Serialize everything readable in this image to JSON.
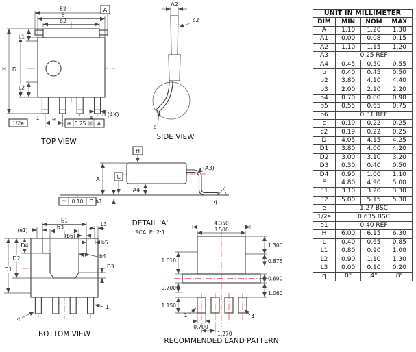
{
  "colors": {
    "line": "#3c3c3c",
    "dim": "#4a4a4a",
    "centerline": "#dd5144",
    "text": "#1a1a1a",
    "table_border": "#444444"
  },
  "table": {
    "title": "UNIT IN MILLIMETER",
    "columns": [
      "DIM",
      "MIN",
      "NOM",
      "MAX"
    ],
    "rows": [
      {
        "dim": "A",
        "min": "1.10",
        "nom": "1.20",
        "max": "1.30"
      },
      {
        "dim": "A1",
        "min": "0.00",
        "nom": "0.08",
        "max": "0.15"
      },
      {
        "dim": "A2",
        "min": "1.10",
        "nom": "1.15",
        "max": "1.20"
      },
      {
        "dim": "A3",
        "span": "0.25 REF"
      },
      {
        "dim": "A4",
        "min": "0.45",
        "nom": "0.50",
        "max": "0.55"
      },
      {
        "dim": "b",
        "min": "0.40",
        "nom": "0.45",
        "max": "0.50"
      },
      {
        "dim": "b2",
        "min": "3.80",
        "nom": "4.10",
        "max": "4.40"
      },
      {
        "dim": "b3",
        "min": "2.00",
        "nom": "2.10",
        "max": "2.20"
      },
      {
        "dim": "b4",
        "min": "0.70",
        "nom": "0.80",
        "max": "0.90"
      },
      {
        "dim": "b5",
        "min": "0.55",
        "nom": "0.65",
        "max": "0.75"
      },
      {
        "dim": "b6",
        "span": "0.31 REF"
      },
      {
        "dim": "c",
        "min": "0.19",
        "nom": "0.22",
        "max": "0.25"
      },
      {
        "dim": "c2",
        "min": "0.19",
        "nom": "0.22",
        "max": "0.25"
      },
      {
        "dim": "D",
        "min": "4.05",
        "nom": "4.15",
        "max": "4.25"
      },
      {
        "dim": "D1",
        "min": "3.80",
        "nom": "4.00",
        "max": "4.20"
      },
      {
        "dim": "D2",
        "min": "3.00",
        "nom": "3.10",
        "max": "3.20"
      },
      {
        "dim": "D3",
        "min": "0.30",
        "nom": "0.40",
        "max": "0.50"
      },
      {
        "dim": "D4",
        "min": "0.90",
        "nom": "1.00",
        "max": "1.10"
      },
      {
        "dim": "E",
        "min": "4.80",
        "nom": "4.90",
        "max": "5.00"
      },
      {
        "dim": "E1",
        "min": "3.10",
        "nom": "3.20",
        "max": "3.30"
      },
      {
        "dim": "E2",
        "min": "5.00",
        "nom": "5.15",
        "max": "5.30"
      },
      {
        "dim": "e",
        "span": "1.27 BSC"
      },
      {
        "dim": "1/2e",
        "span": "0.635 BSC"
      },
      {
        "dim": "e1",
        "span": "0.40 REF"
      },
      {
        "dim": "H",
        "min": "6.00",
        "nom": "6.15",
        "max": "6.30"
      },
      {
        "dim": "L",
        "min": "0.40",
        "nom": "0.65",
        "max": "0.85"
      },
      {
        "dim": "L1",
        "min": "0.80",
        "nom": "0.90",
        "max": "1.00"
      },
      {
        "dim": "L2",
        "min": "0.90",
        "nom": "1.10",
        "max": "1.30"
      },
      {
        "dim": "L3",
        "min": "0.00",
        "nom": "0.10",
        "max": "0.20"
      },
      {
        "dim": "q",
        "min": "0°",
        "nom": "4°",
        "max": "8°"
      }
    ]
  },
  "views": {
    "top": {
      "title": "TOP VIEW",
      "labels": {
        "e2": "E2",
        "e": "E",
        "b2": "b2",
        "datumA": "A",
        "l1": "L1",
        "h": "H",
        "d": "D",
        "l2": "L2",
        "pin1": "1",
        "pin4": "4",
        "b4x": "b (4X)",
        "halfE": "1/2e",
        "pitch": "e",
        "fcfSym": "⊕",
        "fcfTol": "0.25 Ⓜ",
        "fcfDatum": "A"
      }
    },
    "side": {
      "title": "SIDE VIEW",
      "labels": {
        "a2": "A2",
        "c2": "c2",
        "c": "c"
      }
    },
    "front": {
      "labels": {
        "h": "H",
        "a": "A",
        "c": "C",
        "a4": "A4",
        "a3": "(A3)",
        "a1": "A1",
        "theta": "q",
        "flatSym": "◠",
        "flatTol": "0.10",
        "flatDatum": "C"
      }
    },
    "bottom": {
      "title": "BOTTOM VIEW",
      "labels": {
        "e1p": "(e1)",
        "e1": "E1",
        "b3": "b3",
        "l3": "L3",
        "b6": "(b6)",
        "b5": "b5",
        "b4": "b4",
        "d4": "D4",
        "d2": "D2",
        "d1": "D1",
        "d3": "D3",
        "pin4": "4",
        "pin1": "1"
      }
    },
    "detail": {
      "title": "DETAIL 'A'",
      "scale": "SCALE: 2:1"
    },
    "land": {
      "title": "RECOMMENDED LAND PATTERN",
      "labels": {
        "w1": "4.350",
        "w2": "3.500",
        "h1": "1.300",
        "h2": "0.875",
        "h3": "0.600",
        "h4": "1.060",
        "l1": "1.610",
        "l2": "0.700",
        "l3": "1.150",
        "pw": "0.700",
        "pitch": "1.270",
        "pin1": "1",
        "pin4": "4"
      }
    }
  }
}
